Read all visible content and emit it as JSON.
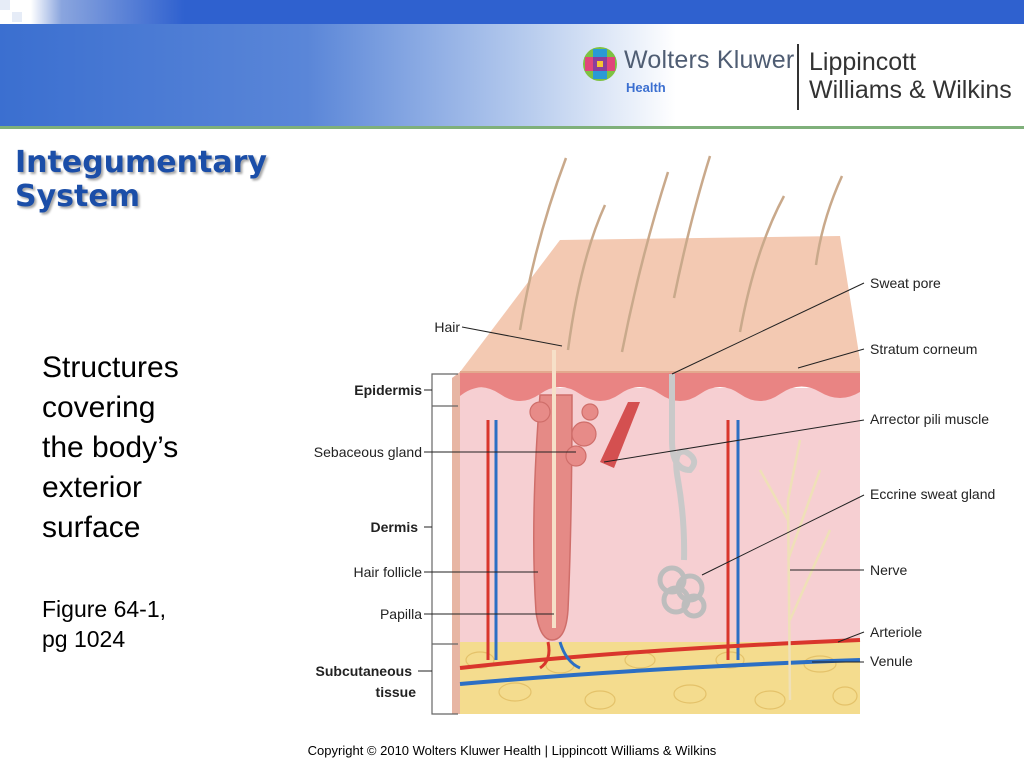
{
  "header": {
    "publisher_primary": "Wolters Kluwer",
    "publisher_sub": "Health",
    "publisher_secondary_line1": "Lippincott",
    "publisher_secondary_line2": "Williams & Wilkins"
  },
  "slide": {
    "title_line1": "Integumentary",
    "title_line2": "System",
    "description": [
      "Structures",
      "covering",
      "the body’s",
      "exterior",
      "surface"
    ],
    "figure_line1": "Figure 64-1,",
    "figure_line2": "pg 1024"
  },
  "diagram": {
    "labels_right": {
      "sweat_pore": "Sweat pore",
      "stratum_corneum": "Stratum corneum",
      "arrector_pili": "Arrector pili muscle",
      "eccrine_gland": "Eccrine sweat gland",
      "nerve": "Nerve",
      "arteriole": "Arteriole",
      "venule": "Venule"
    },
    "labels_left": {
      "hair": "Hair",
      "epidermis": "Epidermis",
      "sebaceous_gland": "Sebaceous gland",
      "dermis": "Dermis",
      "hair_follicle": "Hair follicle",
      "papilla": "Papilla",
      "subcutaneous_1": "Subcutaneous",
      "subcutaneous_2": "tissue"
    }
  },
  "footer": {
    "copyright": "Copyright © 2010 Wolters Kluwer Health | Lippincott Williams & Wilkins"
  },
  "colors": {
    "title": "#1b4ea8",
    "banner_blue": "#2f61cf",
    "rule_green": "#7fb07a",
    "skin_surface": "#f3c9b2",
    "dermis": "#f6cfd2",
    "subcutaneous": "#f4dc8e",
    "artery": "#d9362c",
    "vein": "#2c6fc4"
  }
}
